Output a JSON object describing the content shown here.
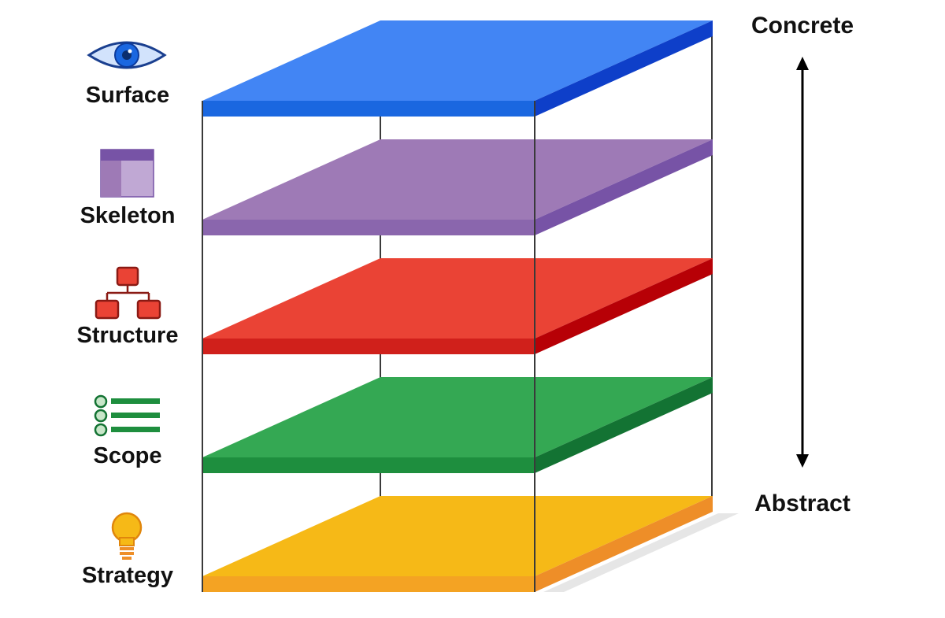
{
  "layers": [
    {
      "id": "surface",
      "label": "Surface",
      "icon": "eye-icon",
      "top": "#4285F4",
      "front": "#1A67E0",
      "side": "#0E3FC9"
    },
    {
      "id": "skeleton",
      "label": "Skeleton",
      "icon": "wireframe-icon",
      "top": "#9E7AB6",
      "front": "#8A66AD",
      "side": "#7753A6"
    },
    {
      "id": "structure",
      "label": "Structure",
      "icon": "sitemap-icon",
      "top": "#EA4335",
      "front": "#D0201B",
      "side": "#B70006"
    },
    {
      "id": "scope",
      "label": "Scope",
      "icon": "checklist-icon",
      "top": "#34A853",
      "front": "#1E8E3E",
      "side": "#137333"
    },
    {
      "id": "strategy",
      "label": "Strategy",
      "icon": "lightbulb-icon",
      "top": "#F6B917",
      "front": "#F4A323",
      "side": "#EE8E28"
    }
  ],
  "scale": {
    "top_label": "Concrete",
    "bottom_label": "Abstract"
  }
}
